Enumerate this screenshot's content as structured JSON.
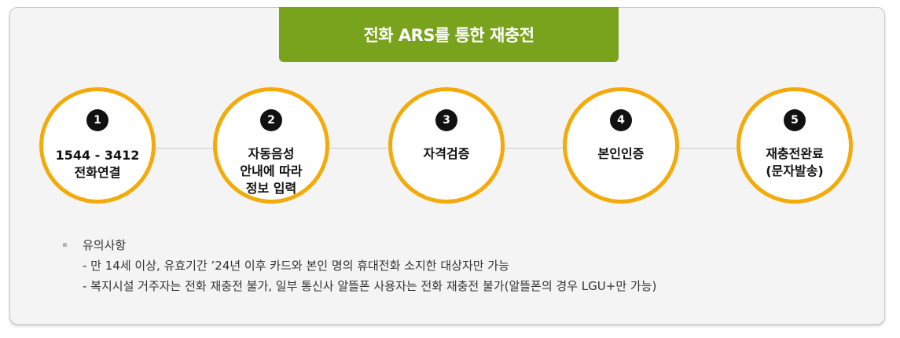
{
  "header": {
    "title": "전화 ARS를 통한 재충전"
  },
  "steps": [
    {
      "number": "1",
      "label": "1544 - 3412\n전화연결"
    },
    {
      "number": "2",
      "label": "자동음성\n안내에 따라\n정보 입력"
    },
    {
      "number": "3",
      "label": "자격검증"
    },
    {
      "number": "4",
      "label": "본인인증"
    },
    {
      "number": "5",
      "label": "재충전완료\n(문자발송)"
    }
  ],
  "notes": {
    "title": "유의사항",
    "lines": [
      "- 만 14세 이상, 유효기간 ’24년 이후 카드와 본인 명의 휴대전화 소지한 대상자만 가능",
      "- 복지시설 거주자는 전화 재충전 불가, 일부 통신사 알뜰폰 사용자는 전화 재충전 불가(알뜰폰의 경우 LGU+만 가능)"
    ]
  },
  "colors": {
    "header_bg": "#79a31c",
    "circle_border": "#f4aa0a",
    "number_badge": "#111111",
    "panel_bg": "#f4f4f4"
  }
}
